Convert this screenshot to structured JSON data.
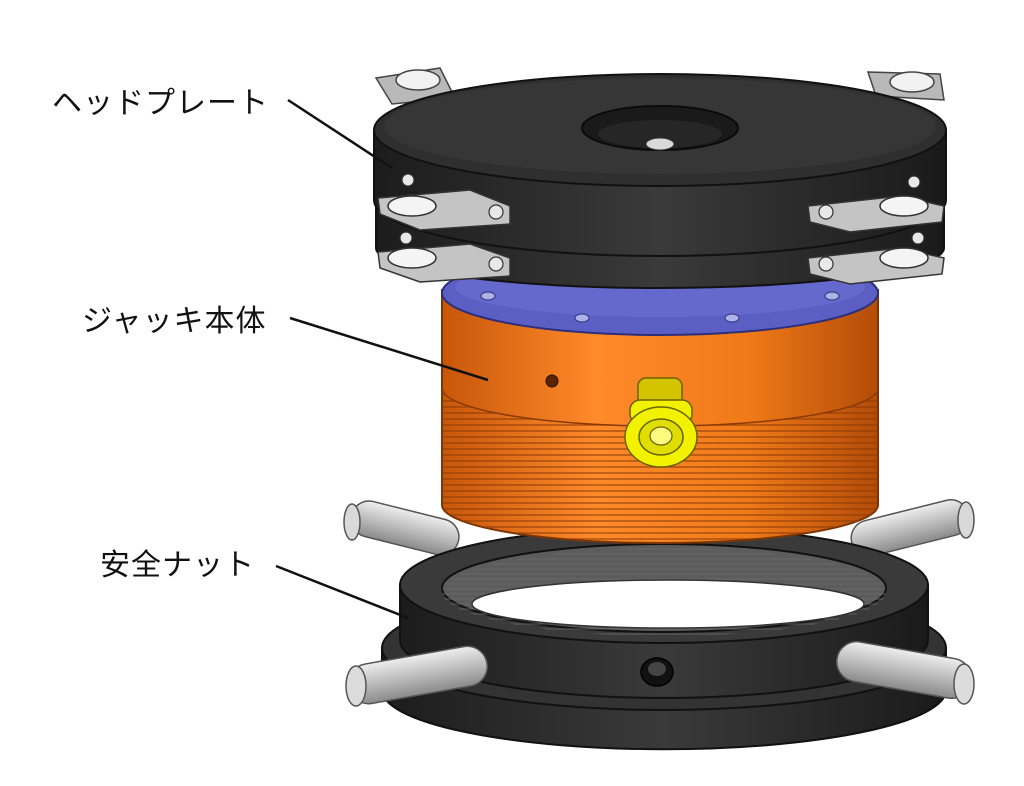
{
  "labels": {
    "head_plate": "ヘッドプレート",
    "jack_body": "ジャッキ本体",
    "safety_nut": "安全ナット"
  },
  "colors": {
    "head_plate": "#2e2e2e",
    "jack_body": "#f07a18",
    "jack_top": "#5b5fc4",
    "fitting": "#f2f200",
    "safety_nut": "#2a2a2a",
    "handle_bar": "#c8c8c8",
    "bracket": "#b9b9b9"
  }
}
